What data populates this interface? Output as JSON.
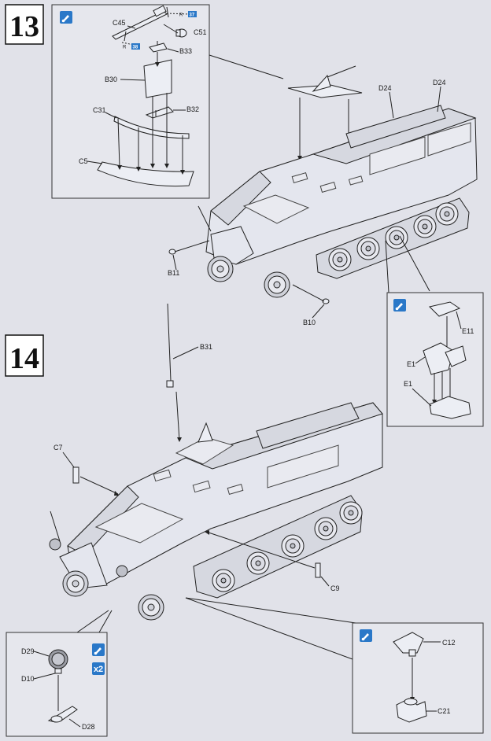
{
  "steps": {
    "s13": {
      "number": "13"
    },
    "s14": {
      "number": "14"
    }
  },
  "step13": {
    "inset_labels": {
      "c45": "C45",
      "c51": "C51",
      "b33": "B33",
      "b30": "B30",
      "b32": "B32",
      "c31": "C31",
      "c5": "C5"
    },
    "mini_tags": {
      "upper": "37",
      "lower": "38"
    },
    "main_labels": {
      "d24_left": "D24",
      "d24_right": "D24",
      "b11": "B11",
      "b10": "B10"
    },
    "e_inset_labels": {
      "e11": "E11",
      "e1": "E1"
    }
  },
  "step14": {
    "main_labels": {
      "b31": "B31",
      "c7": "C7",
      "c9": "C9"
    },
    "headlight_inset": {
      "d29": "D29",
      "d10": "D10",
      "d28": "D28",
      "multiplier": "2"
    },
    "c_inset": {
      "c12": "C12",
      "c21": "C21"
    }
  },
  "icons": [
    "cement-icon"
  ],
  "colors": {
    "paper": "#e1e2e9",
    "ink": "#222222",
    "accent_blue": "#2a78c8"
  }
}
